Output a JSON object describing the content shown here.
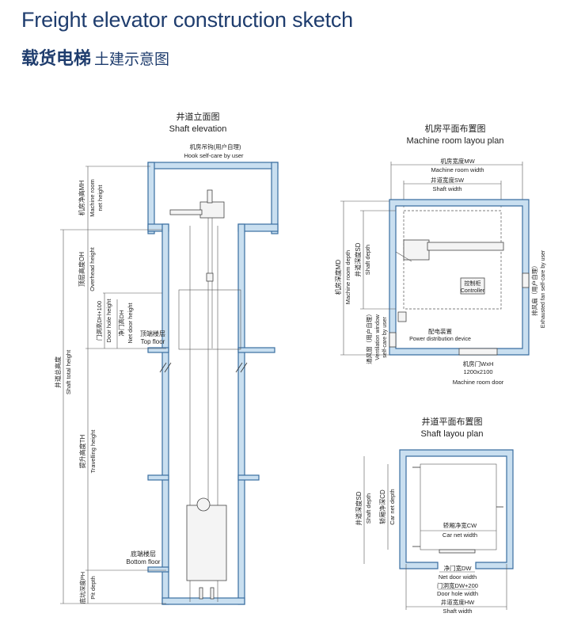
{
  "header": {
    "title_en": "Freight elevator construction sketch",
    "title_cn": "载货电梯",
    "title_cn_sub": "土建示意图"
  },
  "shaft_elevation": {
    "title_cn": "井道立面图",
    "title_en": "Shaft elevation",
    "hook_cn": "机房吊钩(用户自理)",
    "hook_en": "Hook self-care by user",
    "mh_cn": "机房净高MH",
    "mh_en1": "Machine room",
    "mh_en2": "net height",
    "oh_cn": "顶层高度OH",
    "oh_en": "Overhead height",
    "dh_cn": "门洞高DH+100",
    "dh_en": "Door hole height",
    "ndh_cn": "净门高DH",
    "ndh_en": "Net door height",
    "top_floor_cn": "顶端楼层",
    "top_floor_en": "Top floor",
    "total_cn": "井道总高度",
    "total_en": "Shaft total height",
    "th_cn": "提升高度TH",
    "th_en": "Travelling height",
    "bottom_floor_cn": "底端楼层",
    "bottom_floor_en": "Bottom floor",
    "ph_cn": "底坑深度PH",
    "ph_en": "Pit depth"
  },
  "machine_room": {
    "title_cn": "机房平面布置图",
    "title_en": "Machine room layou plan",
    "mw_cn": "机房宽度MW",
    "mw_en": "Machine room width",
    "sw_cn": "井道宽度SW",
    "sw_en": "Shaft width",
    "md_cn": "机房深度MD",
    "md_en": "Machine room depth",
    "sd_cn": "井道深度SD",
    "sd_en": "Shaft depth",
    "controller_cn": "控制柜",
    "controller_en": "Controller",
    "power_cn": "配电装置",
    "power_en": "Power distribution device",
    "vent_cn": "通风窗（用户自理）",
    "vent_en1": "Ventilation window",
    "vent_en2": "self-care by user",
    "fan_cn": "排风扇（用户自理）",
    "fan_en": "Exhausted fan self-care by user",
    "door_cn": "机房门WxH",
    "door_size": "1200x2100",
    "door_en": "Machine room door"
  },
  "shaft_plan": {
    "title_cn": "井道平面布置图",
    "title_en": "Shaft  layou plan",
    "sd_cn": "井道深度SD",
    "sd_en": "Shaft depth",
    "cd_cn": "轿厢净深CD",
    "cd_en": "Car net depth",
    "cw_cn": "轿厢净宽CW",
    "cw_en": "Car net width",
    "dw_cn": "净门宽DW",
    "dw_en": "Net door width",
    "dhw_cn": "门洞宽DW+200",
    "dhw_en": "Door hole width",
    "hw_cn": "井道宽度HW",
    "hw_en": "Shaft width"
  }
}
